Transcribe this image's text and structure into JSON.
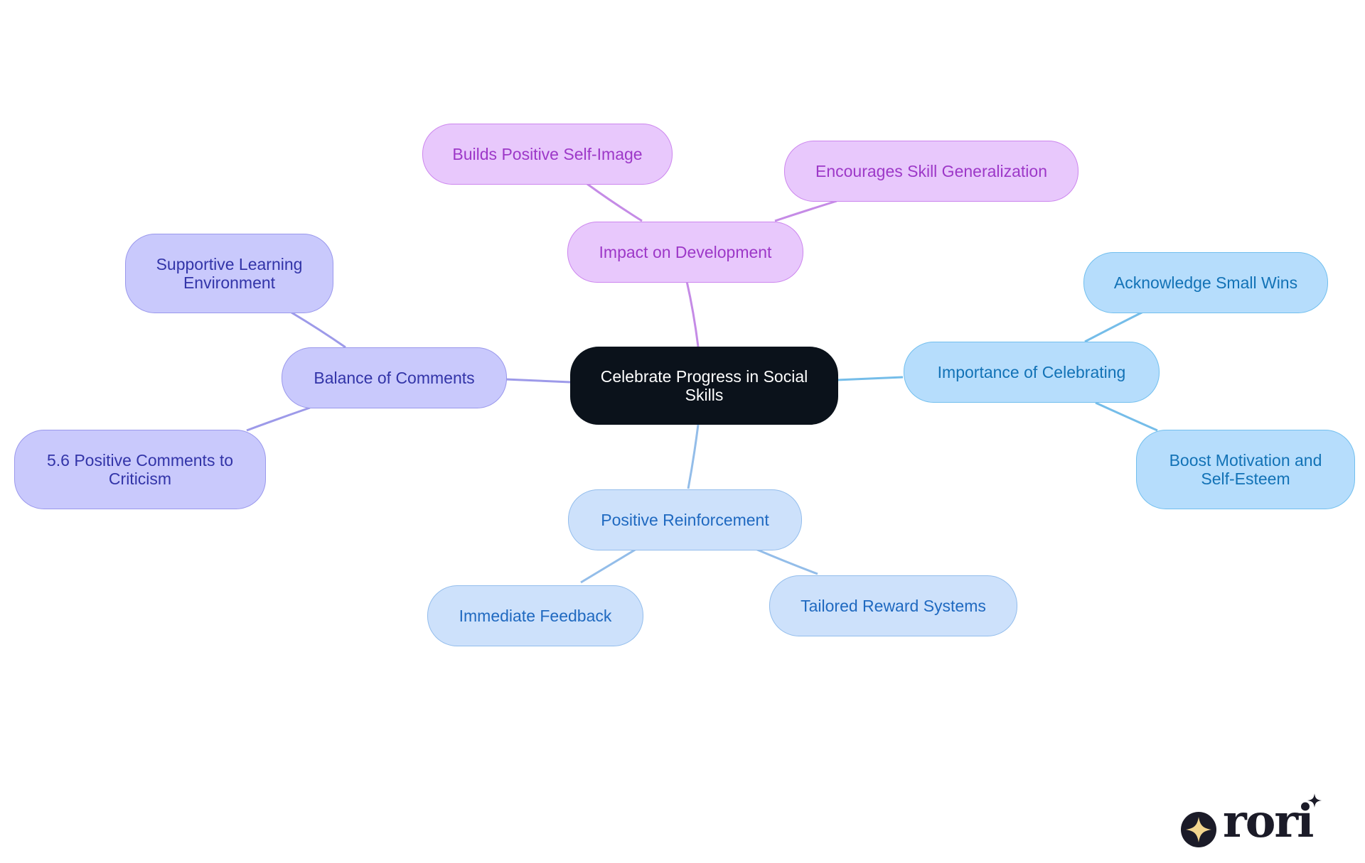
{
  "mindmap": {
    "center": {
      "label": "Celebrate Progress in Social Skills"
    },
    "branches": {
      "impact": {
        "label": "Impact on Development",
        "children": [
          "Builds Positive Self-Image",
          "Encourages Skill Generalization"
        ]
      },
      "balance": {
        "label": "Balance of Comments",
        "children": [
          "Supportive Learning Environment",
          "5.6 Positive Comments to Criticism"
        ]
      },
      "importance": {
        "label": "Importance of Celebrating",
        "children": [
          "Acknowledge Small Wins",
          "Boost Motivation and Self-Esteem"
        ]
      },
      "reinforcement": {
        "label": "Positive Reinforcement",
        "children": [
          "Immediate Feedback",
          "Tailored Reward Systems"
        ]
      }
    }
  },
  "colors": {
    "center": "#0b121b",
    "impact": "#e8c8fc",
    "balance": "#c9c9fc",
    "importance": "#b6ddfc",
    "reinforcement": "#cde1fb"
  },
  "watermark": {
    "icon": "sparkle-icon",
    "text": "rori"
  }
}
